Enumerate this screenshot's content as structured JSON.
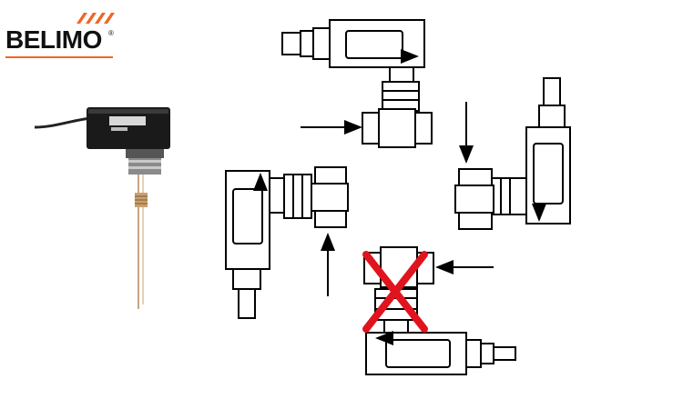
{
  "brand": {
    "name": "BELIMO",
    "registered_mark": "®",
    "accent_color": "#f26522"
  },
  "diagram": {
    "product": "flow-switch",
    "arrow_direction_glyph": "→",
    "valid_orientations": [
      "horizontal-pipe-switch-on-top",
      "vertical-pipe-flow-up",
      "vertical-pipe-flow-down"
    ],
    "invalid_orientations": [
      "horizontal-pipe-switch-below"
    ],
    "cross_color": "#e0141e"
  }
}
